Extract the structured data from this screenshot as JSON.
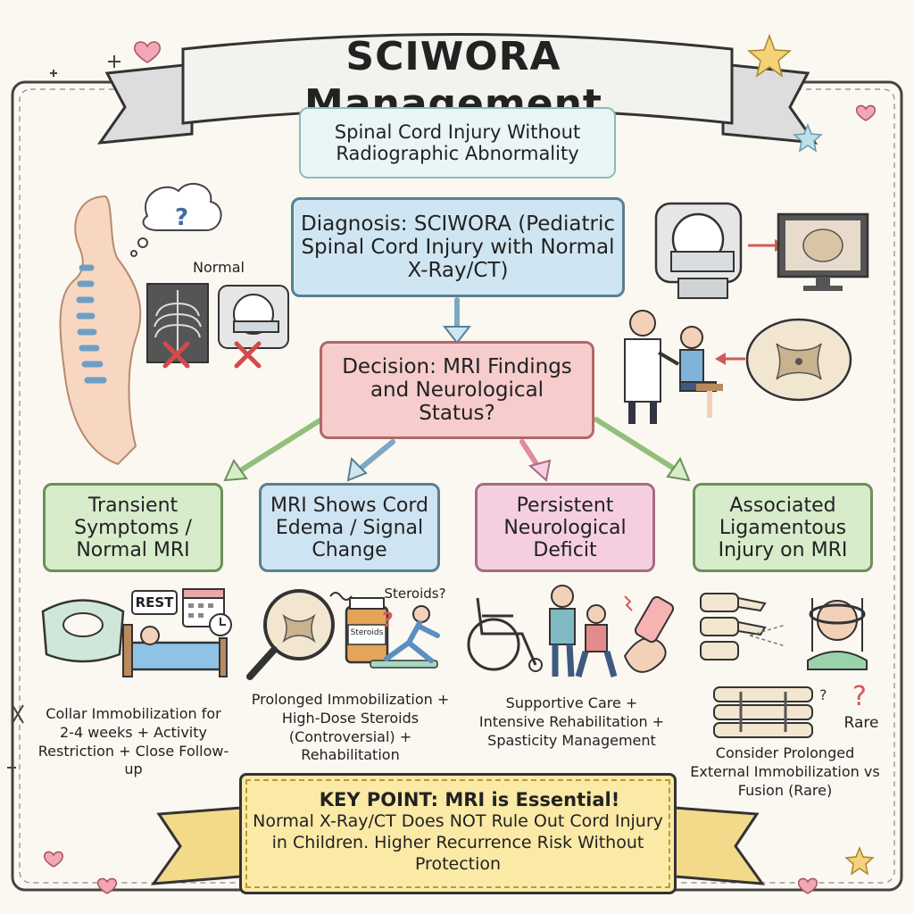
{
  "title": "SCIWORA Management",
  "subtitle": "Spinal Cord Injury Without Radiographic Abnormality",
  "diagnosis": "Diagnosis: SCIWORA (Pediatric Spinal Cord Injury with Normal X-Ray/CT)",
  "normal_label": "Normal",
  "decision": "Decision: MRI Findings and Neurological Status?",
  "branches": [
    {
      "title": "Transient Symptoms / Normal MRI",
      "rest_label": "REST",
      "management": "Collar Immobilization for 2-4 weeks + Activity Restriction + Close Follow-up"
    },
    {
      "title": "MRI Shows Cord Edema / Signal Change",
      "steroids_label": "Steroids?",
      "bottle_label": "Steroids",
      "management": "Prolonged Immobilization + High-Dose Steroids (Controversial) + Rehabilitation"
    },
    {
      "title": "Persistent Neurological Deficit",
      "management": "Supportive Care + Intensive Rehabilitation + Spasticity Management"
    },
    {
      "title": "Associated Ligamentous Injury on MRI",
      "rare_label": "Rare",
      "management": "Consider Prolonged External Immobilization vs Fusion (Rare)"
    }
  ],
  "key_point": {
    "heading": "KEY POINT: MRI is Essential!",
    "body": "Normal X-Ray/CT Does NOT Rule Out Cord Injury in Children. Higher Recurrence Risk Without Protection"
  },
  "colors": {
    "blue_box": "#cfe6f2",
    "pink_box": "#f6cccc",
    "green_box": "#d7eccb",
    "magenta_box": "#f5cfe0",
    "key_box": "#fbe9a6",
    "ribbon": "#f2f2ee"
  },
  "icons": [
    "question-bubble-icon",
    "spine-silhouette-icon",
    "xray-icon",
    "ct-scanner-icon",
    "mri-scanner-icon",
    "monitor-icon",
    "doctor-child-icon",
    "spinal-cord-section-icon",
    "cervical-collar-icon",
    "bed-icon",
    "calendar-icon",
    "magnifier-icon",
    "pill-bottle-icon",
    "exercise-person-icon",
    "wheelchair-icon",
    "therapist-icon",
    "hand-cream-icon",
    "vertebrae-icon",
    "halo-brace-icon",
    "spine-fusion-icon",
    "star-icon",
    "heart-icon"
  ]
}
